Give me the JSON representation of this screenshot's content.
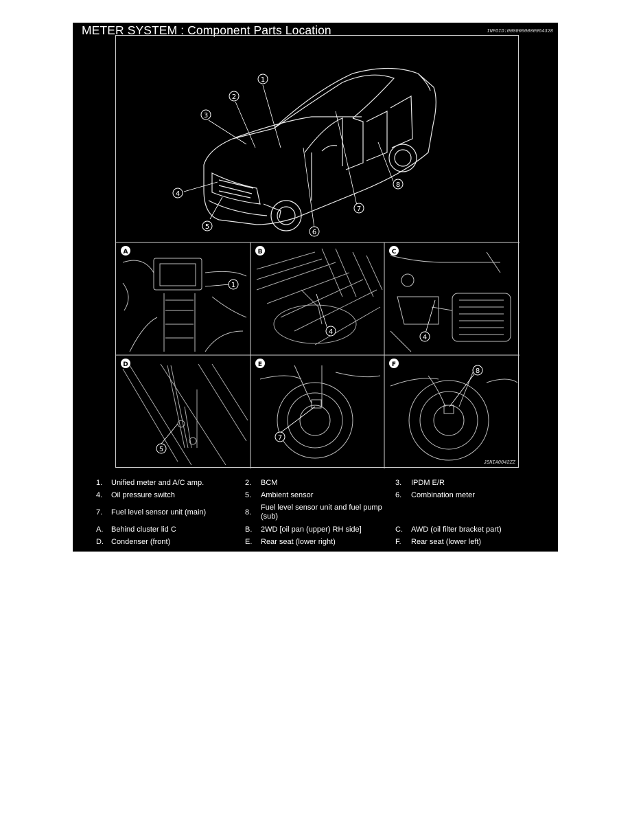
{
  "header": {
    "title": "METER SYSTEM : Component Parts Location",
    "info_id": "INFOID:0000000000964328"
  },
  "figure": {
    "view_labels": [
      "A",
      "B",
      "C",
      "D",
      "E",
      "F"
    ],
    "callouts": [
      "1",
      "2",
      "3",
      "4",
      "5",
      "6",
      "7",
      "8"
    ],
    "figure_code": "JSNIA0042ZZ"
  },
  "legend": {
    "rows": [
      [
        {
          "num": "1.",
          "text": "Unified meter and A/C amp."
        },
        {
          "num": "2.",
          "text": "BCM"
        },
        {
          "num": "3.",
          "text": "IPDM E/R"
        }
      ],
      [
        {
          "num": "4.",
          "text": "Oil pressure switch"
        },
        {
          "num": "5.",
          "text": "Ambient sensor"
        },
        {
          "num": "6.",
          "text": "Combination meter"
        }
      ],
      [
        {
          "num": "7.",
          "text": "Fuel level sensor unit (main)"
        },
        {
          "num": "8.",
          "text": "Fuel level sensor unit and fuel pump (sub)"
        }
      ],
      [
        {
          "num": "A.",
          "text": "Behind cluster lid C"
        },
        {
          "num": "B.",
          "text": "2WD [oil pan (upper) RH side]"
        },
        {
          "num": "C.",
          "text": "AWD (oil filter bracket part)"
        }
      ],
      [
        {
          "num": "D.",
          "text": "Condenser (front)"
        },
        {
          "num": "E.",
          "text": "Rear seat (lower right)"
        },
        {
          "num": "F.",
          "text": "Rear seat (lower left)"
        }
      ]
    ]
  }
}
